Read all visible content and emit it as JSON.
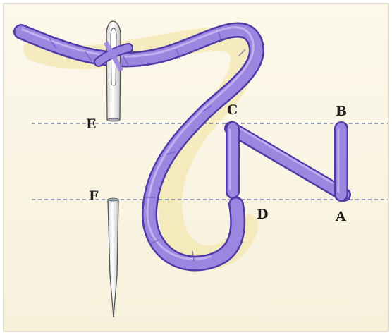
{
  "figure": {
    "description_labels": {
      "E": "E",
      "F": "F",
      "C": "C",
      "B": "B",
      "D": "D",
      "A": "A"
    },
    "colors": {
      "background": "#faf6e6",
      "thread": "#9b86e0",
      "thread_dark": "#4f3aa8",
      "guide_line": "#5f73a8",
      "needle": "#f4f4f4",
      "needle_outline": "#555555"
    },
    "icons": [
      "needle-icon",
      "thread-icon"
    ]
  }
}
